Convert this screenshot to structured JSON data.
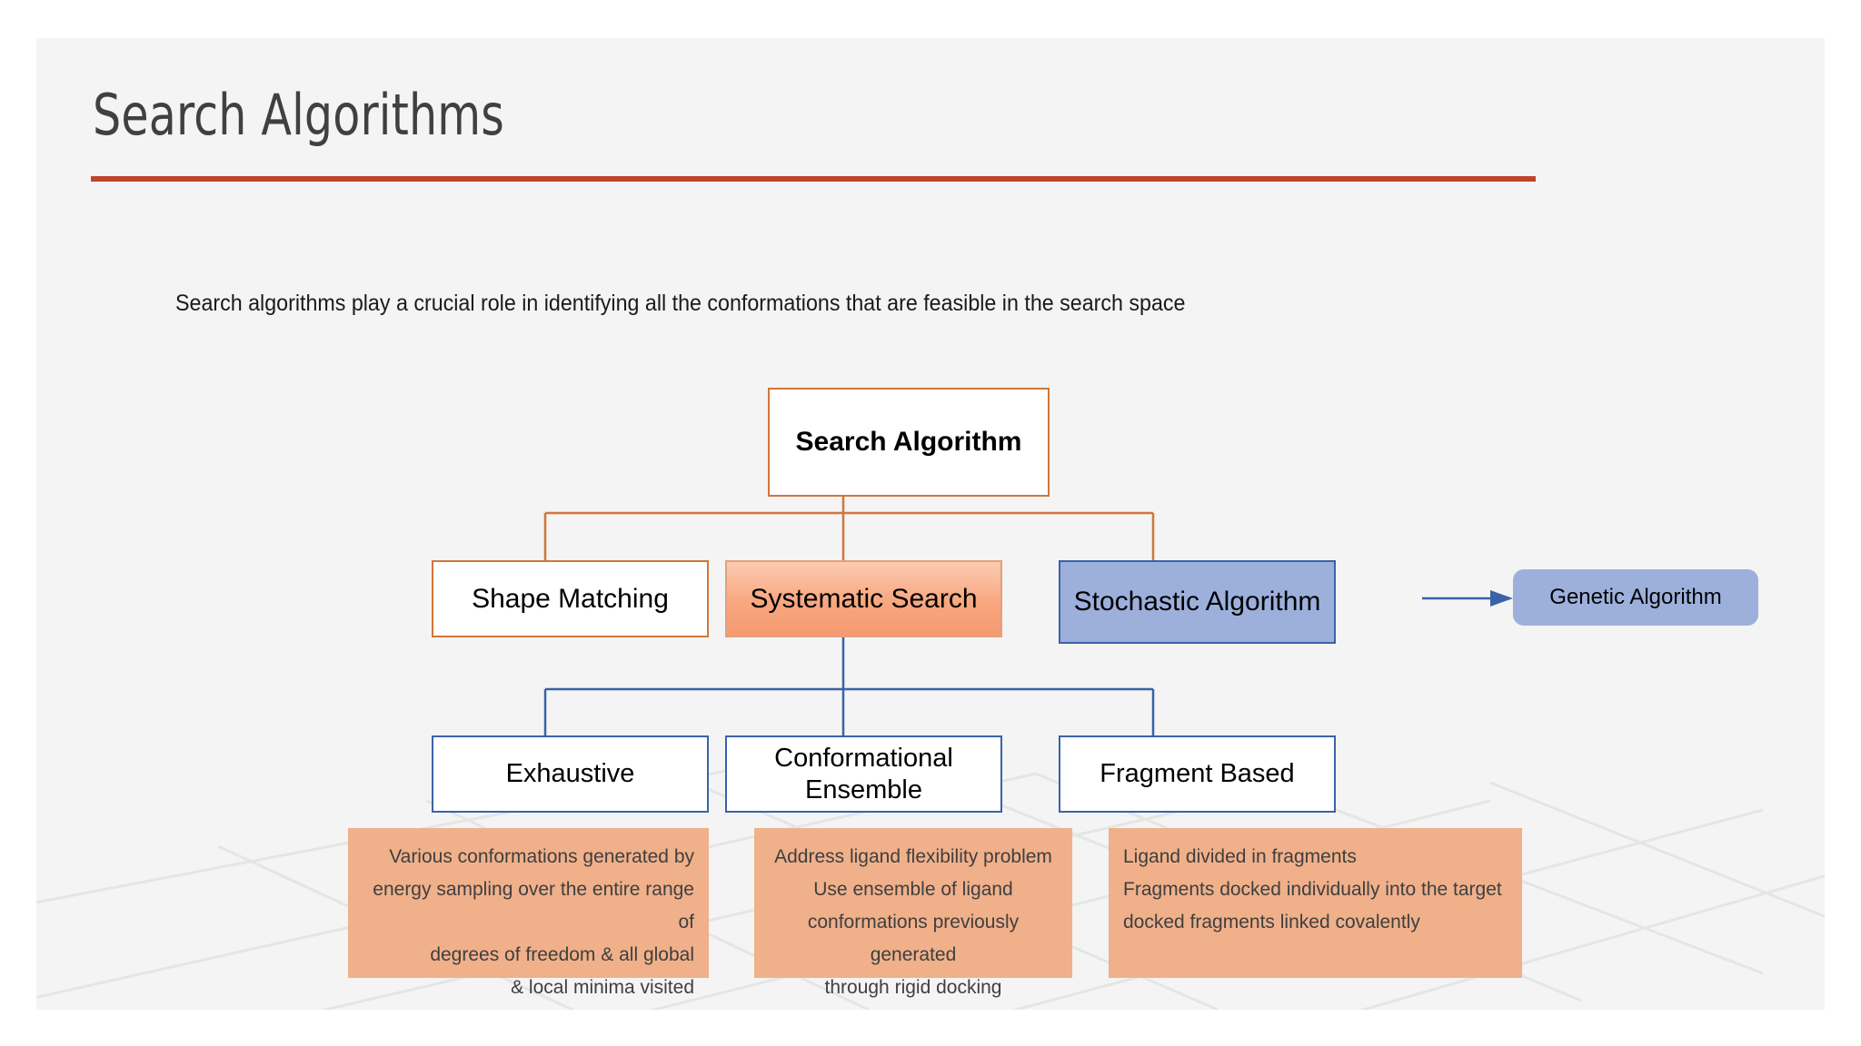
{
  "slide": {
    "title": "Search Algorithms",
    "subtitle": "Search algorithms play a crucial role in identifying all the conformations that are feasible in the search space",
    "accent_rule_color": "#C0442B",
    "background_color": "#f3f4f3"
  },
  "diagram": {
    "root": {
      "label": "Search Algorithm"
    },
    "level2": [
      {
        "label": "Shape Matching"
      },
      {
        "label": "Systematic Search"
      },
      {
        "label": "Stochastic Algorithm"
      }
    ],
    "branch": {
      "label": "Genetic Algorithm"
    },
    "level3": [
      {
        "label": "Exhaustive"
      },
      {
        "label": "Conformational Ensemble"
      },
      {
        "label": "Fragment Based"
      }
    ],
    "descriptions": [
      {
        "lines": [
          "Various conformations generated by",
          "energy sampling over the entire range of",
          "degrees of freedom & all global",
          "& local minima visited"
        ]
      },
      {
        "lines": [
          "Address ligand flexibility problem",
          "Use ensemble of ligand",
          "conformations previously generated",
          "through rigid docking"
        ]
      },
      {
        "lines": [
          "Ligand divided in fragments",
          "Fragments docked individually into the target",
          "docked fragments linked covalently"
        ]
      }
    ],
    "colors": {
      "orange_border": "#D2753A",
      "peach_fill": "#F8A77F",
      "blue_fill": "#9DB0DC",
      "blue_border": "#3B62A8",
      "desc_fill": "#F0B08A"
    }
  }
}
